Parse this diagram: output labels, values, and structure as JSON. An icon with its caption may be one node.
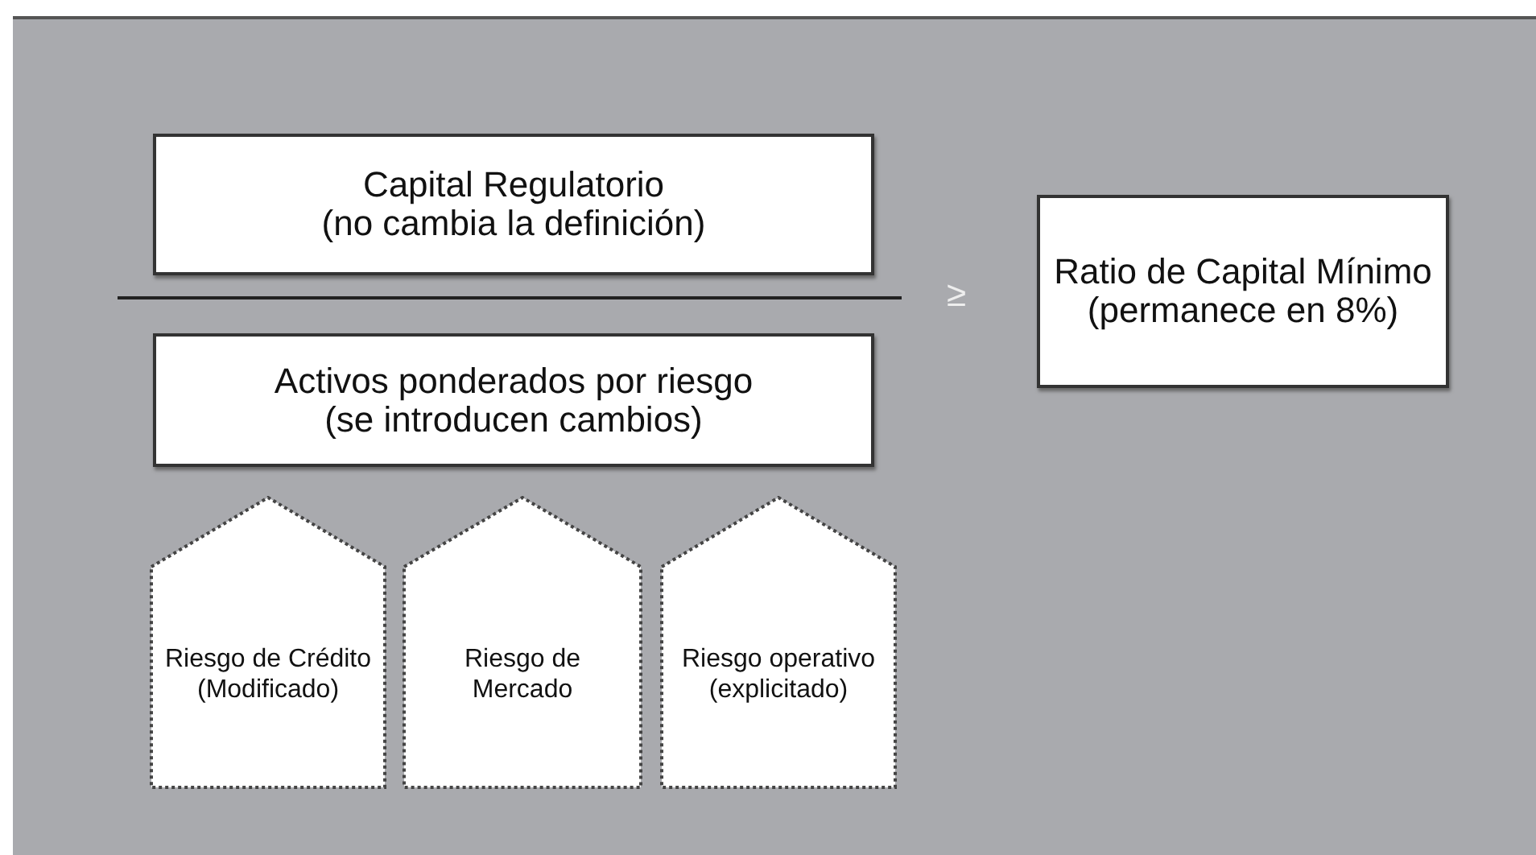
{
  "diagram": {
    "nodes": [
      {
        "text": [
          "Capital Regulatorio",
          "(no cambia la definición)"
        ]
      },
      {
        "text": [
          "Activos ponderados por riesgo",
          "(se introducen cambios)"
        ]
      },
      {
        "text": [
          "Ratio de Capital Mínimo",
          "(permanece en 8%)"
        ]
      },
      {
        "text": [
          "Riesgo de Crédito",
          "(Modificado)"
        ]
      },
      {
        "text": [
          "Riesgo de Mercado"
        ]
      },
      {
        "text": [
          "Riesgo operativo",
          "(explicitado)"
        ]
      }
    ],
    "edges": [],
    "labels": [
      "≥"
    ]
  }
}
